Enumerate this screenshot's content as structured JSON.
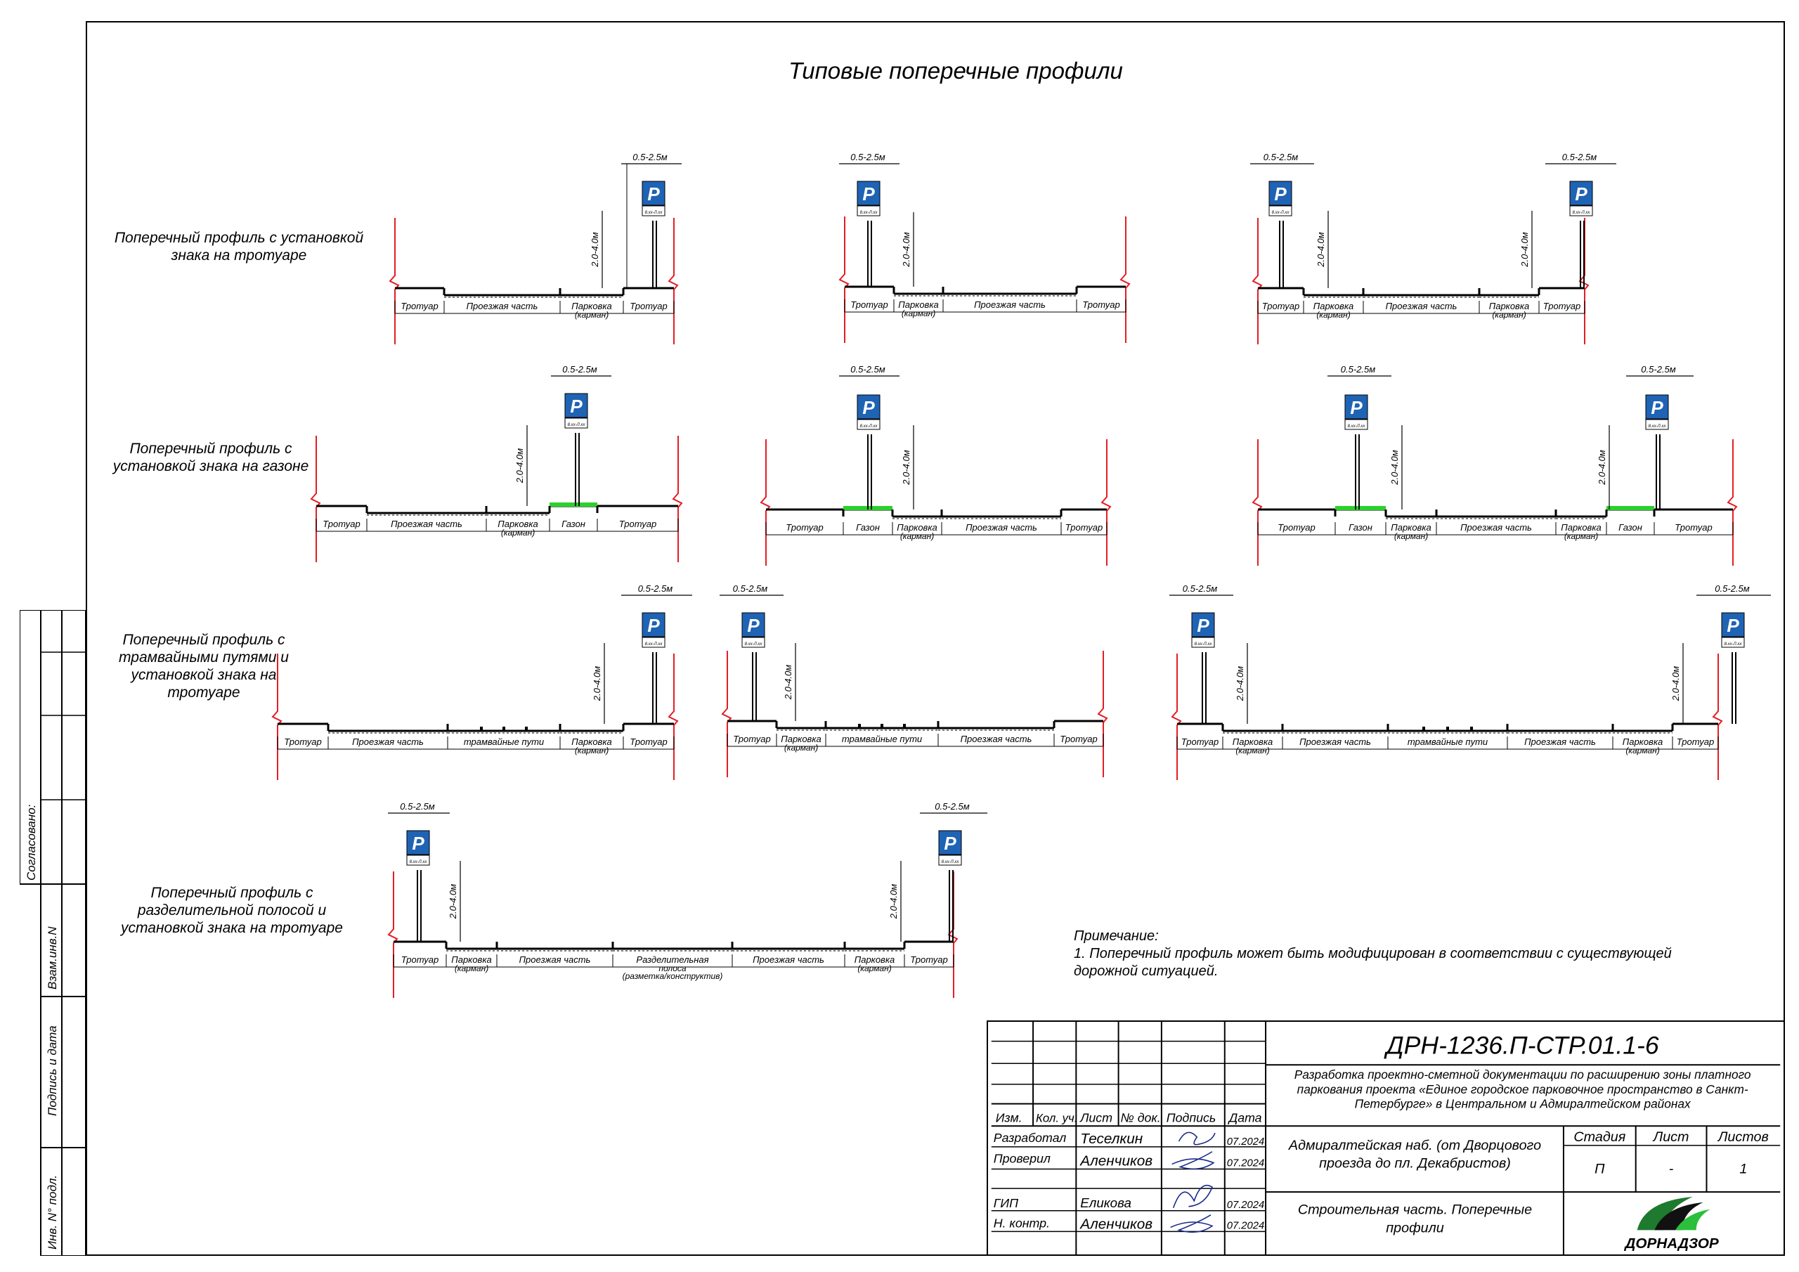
{
  "title": "Типовые поперечные профили",
  "rows": [
    {
      "label": "Поперечный профиль с установкой знака на тротуаре"
    },
    {
      "label": "Поперечный профиль с установкой знака на газоне"
    },
    {
      "label": "Поперечный профиль с трамвайными путями и установкой знака на тротуаре"
    },
    {
      "label": "Поперечный профиль с разделительной полосой и установкой знака на тротуаре"
    }
  ],
  "dims": {
    "offset": "0.5-2.5м",
    "height": "2.0-4.0м"
  },
  "zones": {
    "sidewalk": "Тротуар",
    "roadway": "Проезжая часть",
    "parking": "Парковка",
    "pocket": "(карман)",
    "lawn": "Газон",
    "tram": "трамвайные пути",
    "divider": "Разделительная",
    "divider2": "полоса",
    "divider3": "(разметка/конструктив)"
  },
  "sign": {
    "letter": "P",
    "plate": "8.xx-Л.xx"
  },
  "colors": {
    "red_break": "#e31e24",
    "lawn": "#2bd12b",
    "sign_blue": "#1f63b4"
  },
  "note": {
    "heading": "Примечание:",
    "text": "1. Поперечный профиль может быть модифицирован в соответствии с существующей дорожной ситуацией."
  },
  "stamp": {
    "code": "ДРН-1236.П-СТР.01.1-6",
    "project": "Разработка проектно-сметной документации по расширению зоны платного паркования проекта «Единое городское парковочное пространство в Санкт-Петербурге» в Центральном и Адмиралтейском районах",
    "object": "Адмиралтейская наб. (от Дворцового проезда до пл. Декабристов)",
    "sheet_title": "Строительная часть. Поперечные профили",
    "headers": {
      "izm": "Изм.",
      "kol": "Кол. уч.",
      "list": "Лист",
      "doc": "№ док.",
      "sign": "Подпись",
      "date": "Дата"
    },
    "roles": [
      {
        "role": "Разработал",
        "name": "Теселкин",
        "date": "07.2024"
      },
      {
        "role": "Проверил",
        "name": "Аленчиков",
        "date": "07.2024"
      },
      {
        "role": "ГИП",
        "name": "Еликова",
        "date": "07.2024"
      },
      {
        "role": "Н. контр.",
        "name": "Аленчиков",
        "date": "07.2024"
      }
    ],
    "stage_h": "Стадия",
    "sheet_h": "Лист",
    "sheets_h": "Листов",
    "stage": "П",
    "sheet": "-",
    "sheets": "1",
    "logo": "ДОРНАДЗОР"
  },
  "side": {
    "agreed": "Согласовано:",
    "inv": "Взам.инв.N",
    "sign_date": "Подпись и дата",
    "inv_orig": "Инв. N° подл."
  }
}
